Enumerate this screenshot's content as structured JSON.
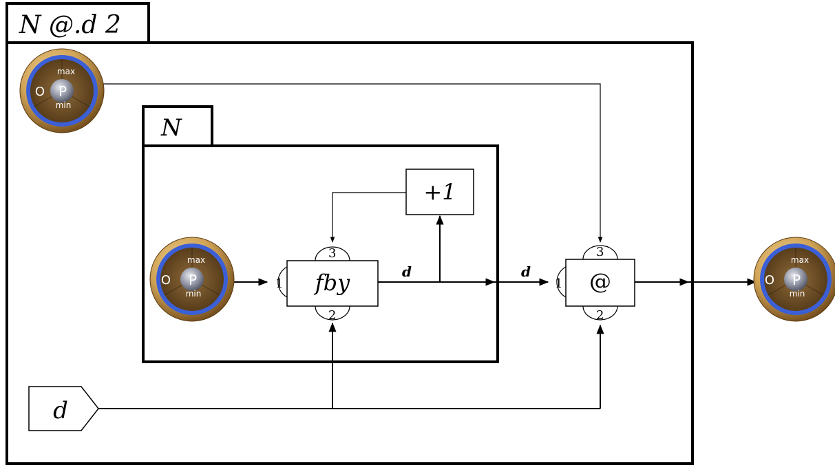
{
  "outer": {
    "title": "N @.d 2"
  },
  "inner": {
    "title": "N"
  },
  "nodes": {
    "fby": {
      "label": "fby",
      "port_left": "1",
      "port_top": "3",
      "port_bottom": "2"
    },
    "plus_one": {
      "label": "+1"
    },
    "at": {
      "label": "@",
      "port_left": "1",
      "port_top": "3",
      "port_bottom": "2"
    }
  },
  "input_d": {
    "label": "d"
  },
  "wire_labels": {
    "fby_out": "d",
    "at_in": "d"
  },
  "planet": {
    "max": "max",
    "min": "min",
    "o": "O",
    "p": "P"
  },
  "colors": {
    "shell": "#3b5fd6",
    "crust": "#b98a3e",
    "core": "#8b8f9e",
    "outer_rim": "#c9a55c"
  }
}
